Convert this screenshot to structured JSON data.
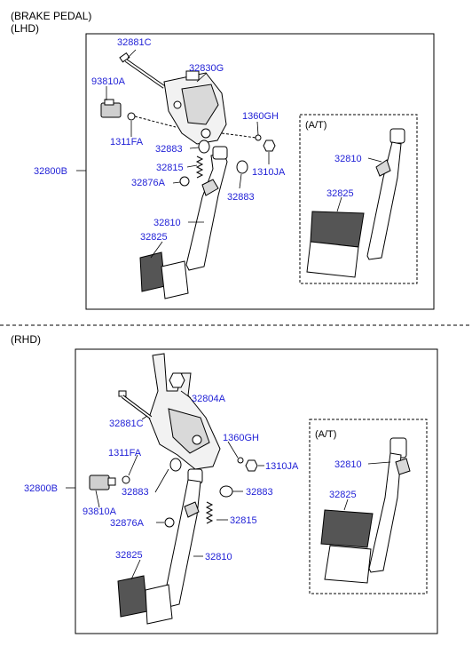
{
  "headers": {
    "brake_pedal": "(BRAKE PEDAL)",
    "lhd": "(LHD)",
    "rhd": "(RHD)",
    "at_top": "(A/T)",
    "at_bottom": "(A/T)"
  },
  "colors": {
    "part_label": "#1f1fd6",
    "line": "#000000",
    "part_fill": "#ffffff",
    "part_shade": "#d9d9d9"
  },
  "lhd_labels": {
    "p32881C": "32881C",
    "p93810A": "93810A",
    "p32830G": "32830G",
    "p1360GH": "1360GH",
    "p1311FA": "1311FA",
    "p32883a": "32883",
    "p32800B": "32800B",
    "p32815": "32815",
    "p1310JA": "1310JA",
    "p32876A": "32876A",
    "p32883b": "32883",
    "p32810": "32810",
    "p32825": "32825",
    "at32810": "32810",
    "at32825": "32825"
  },
  "rhd_labels": {
    "p32804A": "32804A",
    "p32881C": "32881C",
    "p1360GH": "1360GH",
    "p1311FA": "1311FA",
    "p1310JA": "1310JA",
    "p32800B": "32800B",
    "p32883a": "32883",
    "p32883b": "32883",
    "p93810A": "93810A",
    "p32815": "32815",
    "p32876A": "32876A",
    "p32825": "32825",
    "p32810": "32810",
    "at32810": "32810",
    "at32825": "32825"
  }
}
